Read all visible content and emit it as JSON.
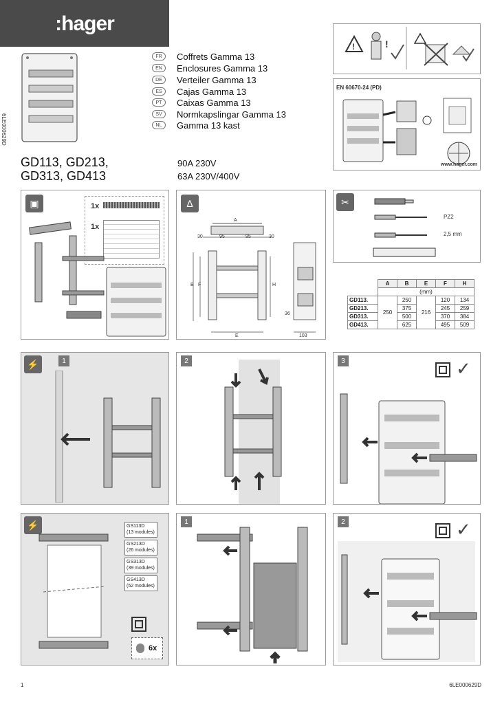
{
  "brand": {
    "logo": ":hager",
    "url": "www.hager.com"
  },
  "doc_id": "6LE000629D",
  "languages": [
    {
      "code": "FR",
      "title": "Coffrets Gamma 13"
    },
    {
      "code": "EN",
      "title": "Enclosures Gamma 13"
    },
    {
      "code": "DE",
      "title": "Verteiler Gamma 13"
    },
    {
      "code": "ES",
      "title": "Cajas Gamma 13"
    },
    {
      "code": "PT",
      "title": "Caixas Gamma 13"
    },
    {
      "code": "SV",
      "title": "Normkapslingar Gamma 13"
    },
    {
      "code": "NL",
      "title": "Gamma 13 kast"
    }
  ],
  "models": {
    "line1": "GD113, GD213,",
    "line2": "GD313, GD413"
  },
  "ratings": {
    "line1": "90A 230V",
    "line2": "63A 230V/400V"
  },
  "standard": "EN 60670-24 (PD)",
  "box_contents": {
    "qty1": "1x",
    "qty2": "1x"
  },
  "tools": {
    "screwdriver1": "PZ2",
    "screwdriver2": "2,5 mm"
  },
  "drawing": {
    "A": "A",
    "B": "B",
    "F": "F",
    "H": "H",
    "E": "E",
    "d30a": "30",
    "d95a": "95",
    "d95b": "95",
    "d30b": "30",
    "d36": "36",
    "d103": "103"
  },
  "dim_table": {
    "headers": [
      "A",
      "B",
      "E",
      "F",
      "H"
    ],
    "unit": "(mm)",
    "rows": [
      {
        "name": "GD113.",
        "A": "250",
        "B": "250",
        "E": "216",
        "F": "120",
        "H": "134"
      },
      {
        "name": "GD213.",
        "A": "",
        "B": "375",
        "E": "",
        "F": "245",
        "H": "259"
      },
      {
        "name": "GD313.",
        "A": "",
        "B": "500",
        "E": "",
        "F": "370",
        "H": "384"
      },
      {
        "name": "GD413.",
        "A": "",
        "B": "625",
        "E": "",
        "F": "495",
        "H": "509"
      }
    ]
  },
  "steps": {
    "s1": "1",
    "s2": "2",
    "s3": "3",
    "b1": "1",
    "b2": "2"
  },
  "accessories": [
    {
      "code": "GS113D",
      "desc": "(13 modules)"
    },
    {
      "code": "GS213D",
      "desc": "(26 modules)"
    },
    {
      "code": "GS313D",
      "desc": "(39 modules)"
    },
    {
      "code": "GS413D",
      "desc": "(52 modules)"
    }
  ],
  "screws_qty": "6x",
  "page_number": "1",
  "footer_doc_id": "6LE000629D",
  "colors": {
    "logo_bg": "#4a4a4a",
    "panel_border": "#999999",
    "gray_panel": "#e6e6e6"
  }
}
